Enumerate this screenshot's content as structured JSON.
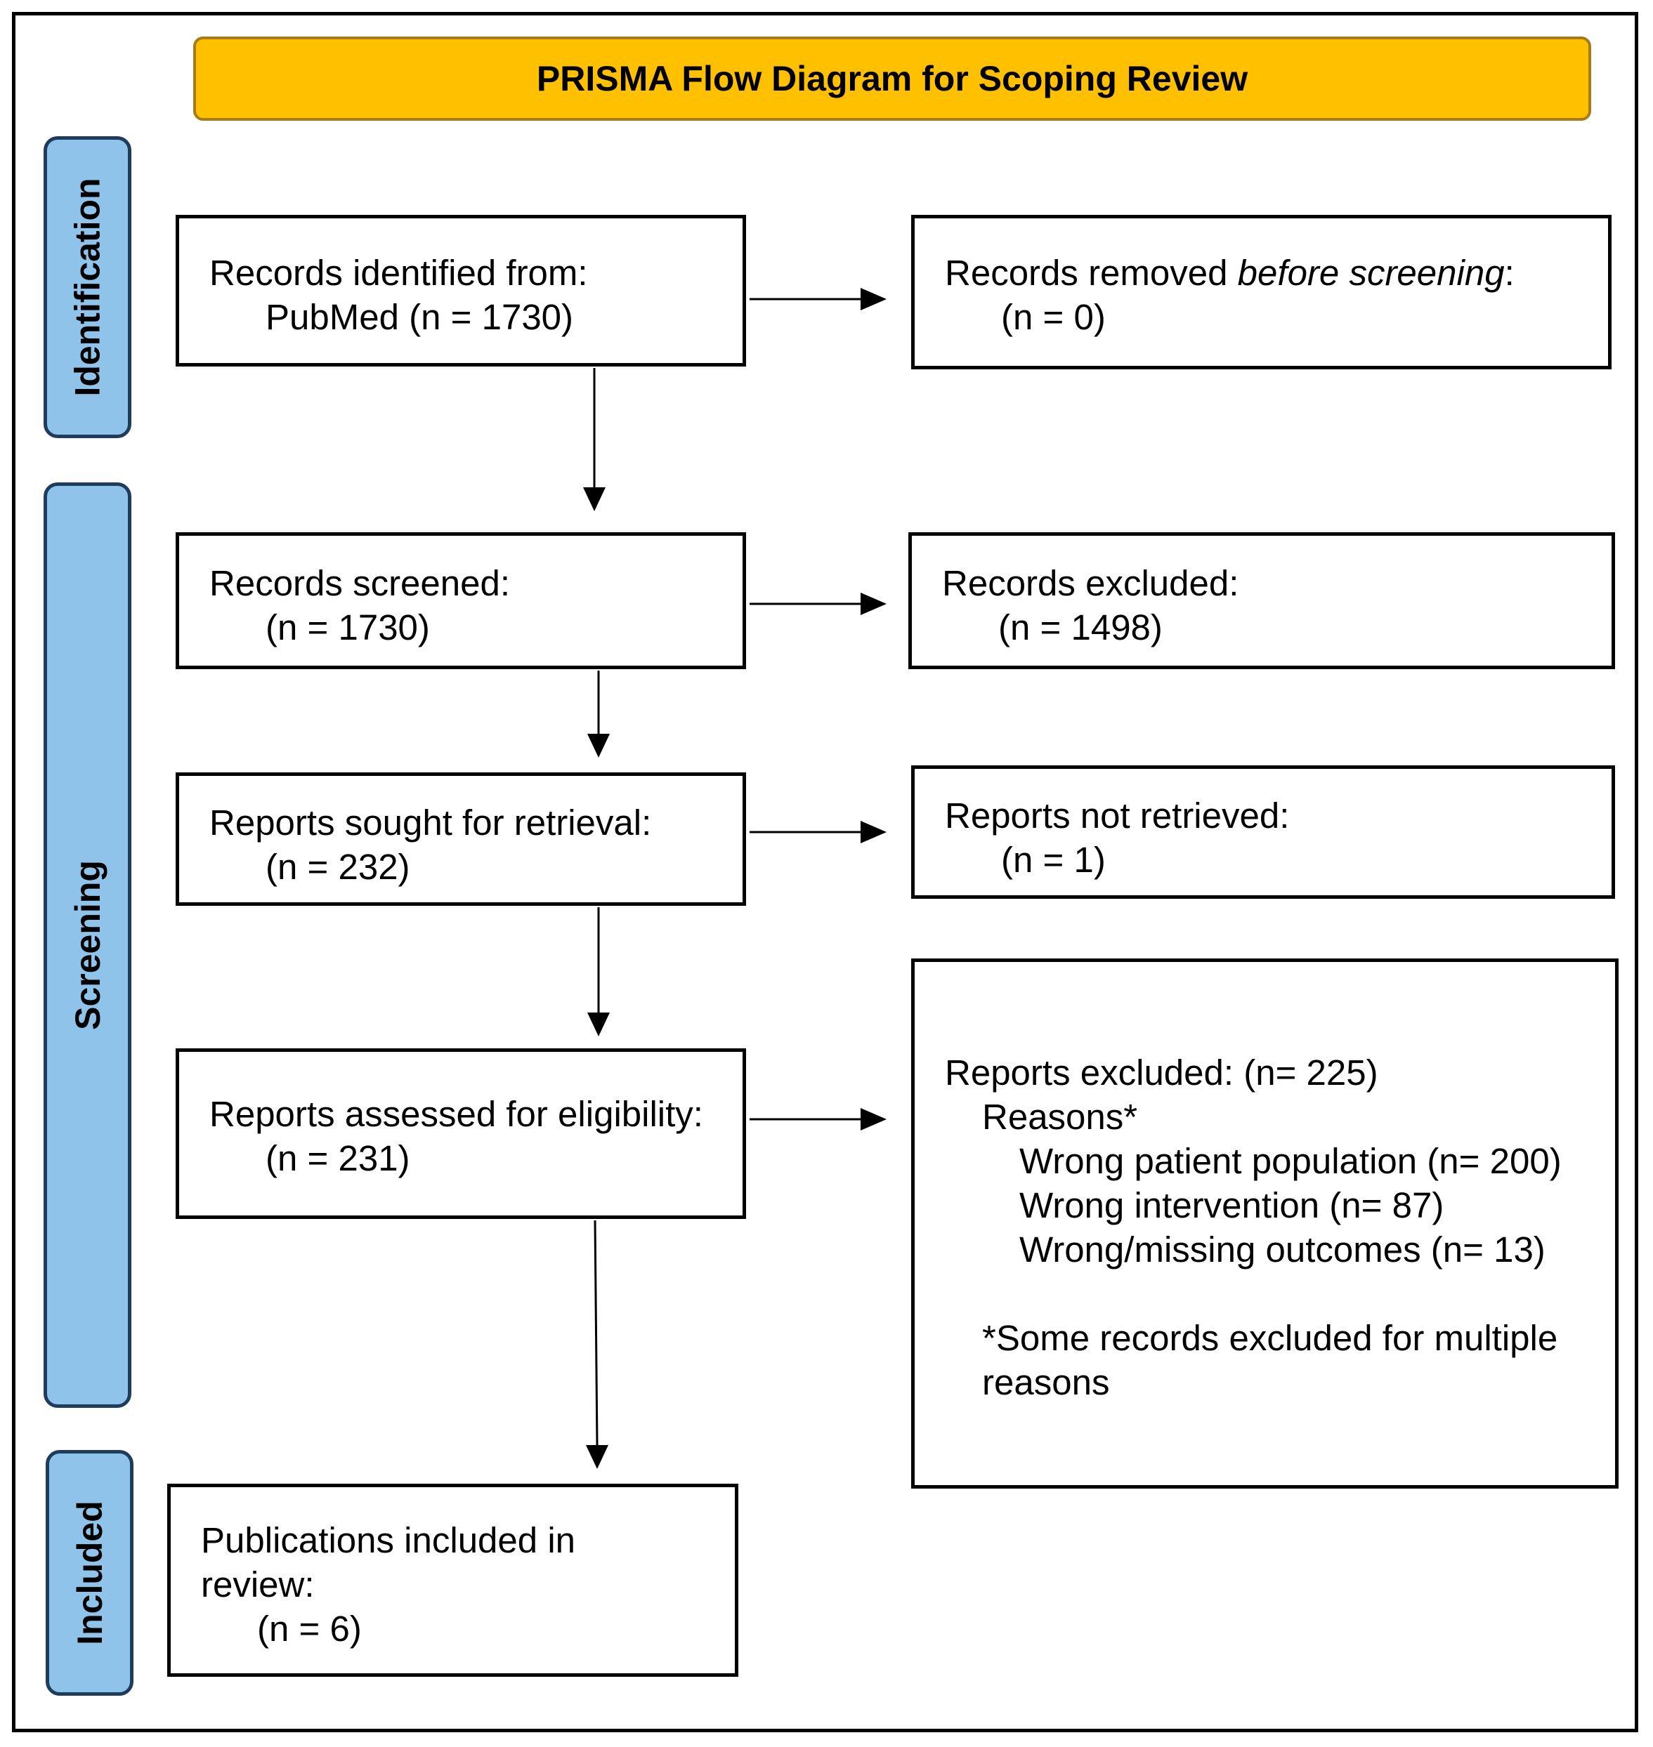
{
  "title": "PRISMA Flow Diagram for Scoping Review",
  "stages": {
    "identification": "Identification",
    "screening": "Screening",
    "included": "Included"
  },
  "boxes": {
    "identified": {
      "line1": "Records identified from:",
      "line2": "PubMed (n = 1730)"
    },
    "removed": {
      "prefix": "Records removed ",
      "emphasis": "before screening",
      "suffix": ":",
      "line2": "(n = 0)"
    },
    "screened": {
      "line1": "Records screened:",
      "line2": "(n = 1730)"
    },
    "records_excluded": {
      "line1": "Records excluded:",
      "line2": "(n = 1498)"
    },
    "sought": {
      "line1": "Reports sought for retrieval:",
      "line2": "(n = 232)"
    },
    "not_retrieved": {
      "line1": "Reports not retrieved:",
      "line2": "(n = 1)"
    },
    "assessed": {
      "line1": "Reports assessed for eligibility:",
      "line2": "(n = 231)"
    },
    "reports_excluded": {
      "line1": "Reports excluded: (n= 225)",
      "reasons_label": "Reasons*",
      "reasons": [
        "Wrong patient population (n= 200)",
        "Wrong intervention (n= 87)",
        "Wrong/missing outcomes (n= 13)"
      ],
      "note_line1": "*Some records excluded for multiple",
      "note_line2": "reasons"
    },
    "included": {
      "line1": "Publications included in",
      "line2": "review:",
      "line3": "(n = 6)"
    }
  },
  "colors": {
    "banner": "#ffc000",
    "banner_border": "#a77b15",
    "stage_fill": "#8fc3ea",
    "stage_border": "#1f3c5c"
  }
}
